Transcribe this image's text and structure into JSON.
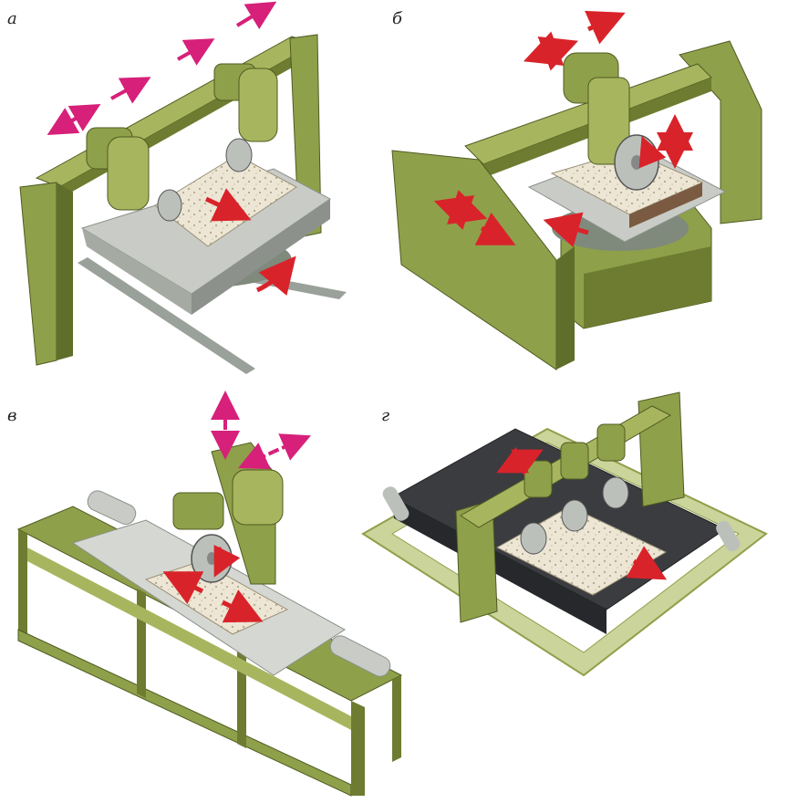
{
  "figure": {
    "panels": [
      {
        "label": "а"
      },
      {
        "label": "б"
      },
      {
        "label": "в"
      },
      {
        "label": "г"
      }
    ]
  },
  "colors": {
    "machine": "#8fa04a",
    "machine_dark": "#5f6e2a",
    "machine_light": "#b4c36e",
    "steel": "#c9ccc6",
    "steel_dark": "#8c918b",
    "stone": "#ede6d4",
    "belt": "#3a3c40",
    "arrow_red": "#d9232a",
    "arrow_magenta": "#d6207a"
  }
}
